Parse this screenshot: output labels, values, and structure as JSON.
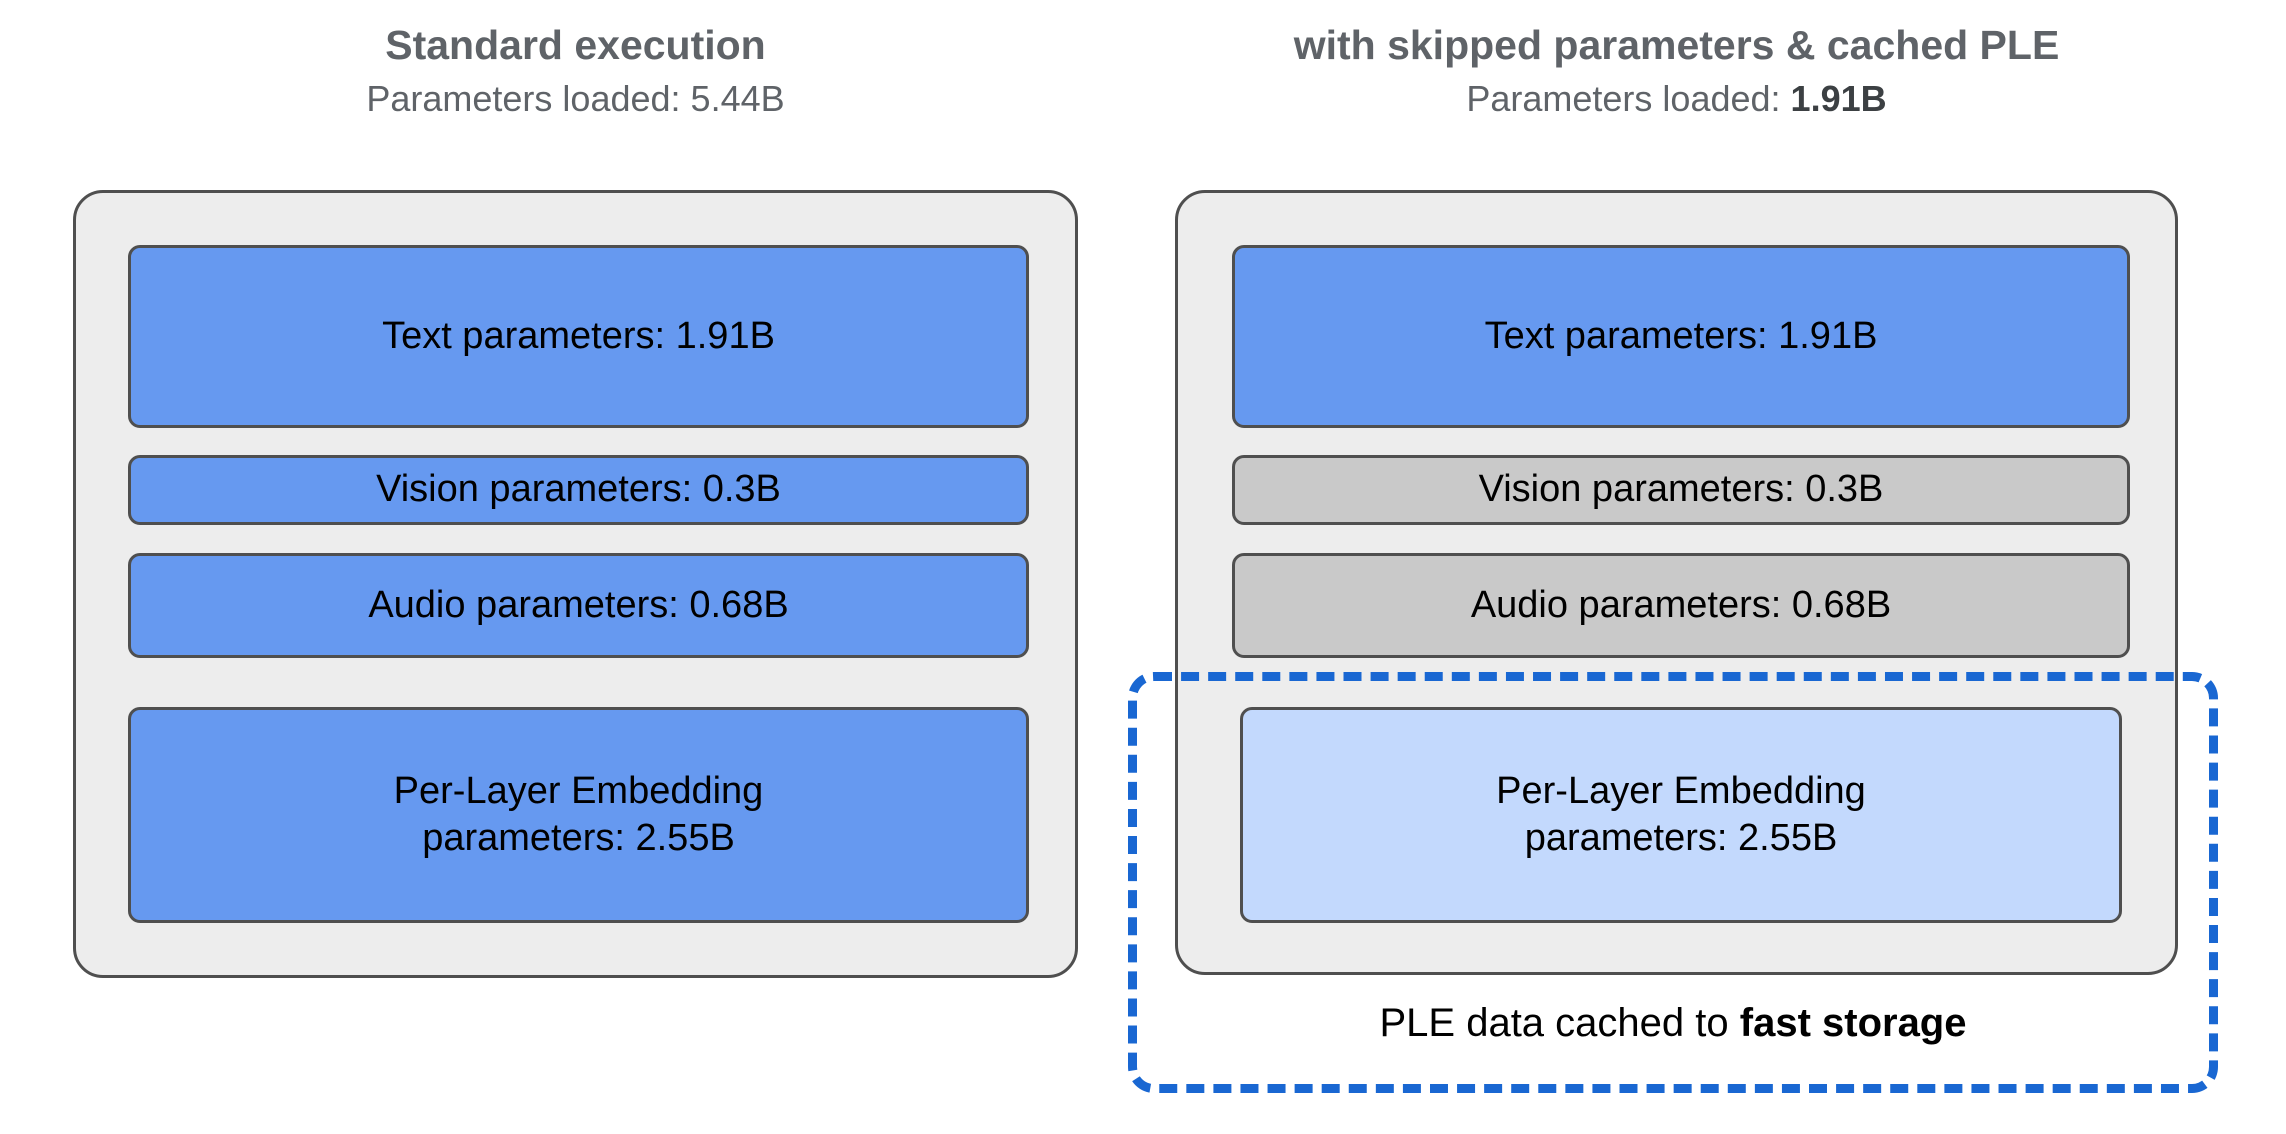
{
  "columns": {
    "left": {
      "title": "Standard execution",
      "subtitle_prefix": "Parameters loaded: ",
      "subtitle_value": "5.44B",
      "subtitle_value_bold": false,
      "boxes": [
        {
          "label": "Text parameters: 1.91B",
          "state": "loaded",
          "color": "#6699F0"
        },
        {
          "label": "Vision parameters: 0.3B",
          "state": "loaded",
          "color": "#6699F0"
        },
        {
          "label": "Audio parameters: 0.68B",
          "state": "loaded",
          "color": "#6699F0"
        },
        {
          "label_line1": "Per-Layer Embedding",
          "label_line2": "parameters: 2.55B",
          "state": "loaded",
          "color": "#6699F0"
        }
      ]
    },
    "right": {
      "title": "with skipped parameters & cached PLE",
      "subtitle_prefix": "Parameters loaded: ",
      "subtitle_value": "1.91B",
      "subtitle_value_bold": true,
      "boxes": [
        {
          "label": "Text parameters: 1.91B",
          "state": "loaded",
          "color": "#6699F0"
        },
        {
          "label": "Vision parameters: 0.3B",
          "state": "skipped",
          "color": "#C9C9C9"
        },
        {
          "label": "Audio parameters: 0.68B",
          "state": "skipped",
          "color": "#C9C9C9"
        },
        {
          "label_line1": "Per-Layer Embedding",
          "label_line2": "parameters: 2.55B",
          "state": "cached",
          "color": "#C3D9FD"
        }
      ]
    }
  },
  "cache_region": {
    "caption_prefix": "PLE data cached to ",
    "caption_strong": "fast storage",
    "border_color": "#1967D2",
    "border_style": "dashed"
  },
  "palette": {
    "panel_background": "#EDEDED",
    "panel_border": "#4F4F4F",
    "loaded_blue": "#6699F0",
    "skipped_gray": "#C9C9C9",
    "cached_light_blue": "#C3D9FD",
    "accent_blue": "#1967D2",
    "heading_gray": "#5F6368",
    "page_background": "#FFFFFF"
  },
  "chart_data": {
    "type": "table",
    "title": "Parameter loading comparison: standard execution vs. skipped parameters with cached PLE",
    "categories": [
      "Text parameters",
      "Vision parameters",
      "Audio parameters",
      "Per-Layer Embedding parameters"
    ],
    "units": "B (billions of parameters)",
    "series": [
      {
        "name": "Standard execution",
        "values": [
          1.91,
          0.3,
          0.68,
          2.55
        ],
        "loaded": [
          true,
          true,
          true,
          true
        ],
        "total_loaded": 5.44
      },
      {
        "name": "with skipped parameters & cached PLE",
        "values": [
          1.91,
          0.3,
          0.68,
          2.55
        ],
        "loaded": [
          true,
          false,
          false,
          false
        ],
        "total_loaded": 1.91
      }
    ],
    "annotations": [
      "PLE data cached to fast storage"
    ]
  }
}
